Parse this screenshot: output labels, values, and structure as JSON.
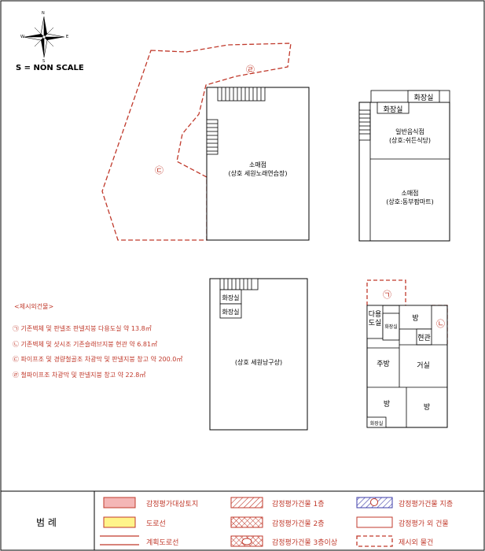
{
  "compass": {
    "n": "N",
    "s": "S",
    "e": "E",
    "w": "W"
  },
  "scale_note": "S = NON SCALE",
  "symbols": {
    "g": "㉠",
    "n": "㉡",
    "d": "㉢",
    "r": "㉣"
  },
  "buildings": {
    "store_top": {
      "name": "소매점",
      "sub": "(상호 세원노래연습장)"
    },
    "right_top": {
      "wc_upper": "화장실",
      "wc_lower": "화장실",
      "restaurant": "일반음식점",
      "restaurant_sub": "(상호:쉬든식당)",
      "retail": "소매점",
      "retail_sub": "(상호:동부팜마트)"
    },
    "middle": {
      "wc1": "화장실",
      "wc2": "화장실",
      "sub": "(상호 세원낭구상)"
    },
    "house": {
      "multi": "다용\n도실",
      "wc_small": "화장실",
      "room1": "방",
      "entrance": "현관",
      "kitchen": "주방",
      "living": "거실",
      "room2": "방",
      "room3": "방",
      "wc_bottom": "화장실"
    }
  },
  "exclusions": {
    "title": "<제시외건물>",
    "items": [
      "㉠ 기존벽체 및 판넬조 판넬지붕 다용도실 약 13.8㎡",
      "㉡ 기존벽체 및 샷시조 기존슬래브지붕 현관 약 6.81㎡",
      "㉢ 파이프조 및 경량철골조 차광막 및 판넬지붕 창고 약 200.0㎡",
      "㉣ 철파이프조 차광막 및 판넬지붕 창고 약 22.8㎡"
    ]
  },
  "legend": {
    "title": "범 례",
    "items": [
      "감정평가대상토지",
      "도로선",
      "계획도로선",
      "감정평가건물 1층",
      "감정평가건물 2층",
      "감정평가건물 3층이상",
      "감정평가건물 지층",
      "감정평가 외 건물",
      "제시외 물건"
    ]
  },
  "colors": {
    "red": "#c0392b",
    "pink": "#f4b6b6",
    "yellow": "#fff48a",
    "blue": "#3b3ba8"
  }
}
